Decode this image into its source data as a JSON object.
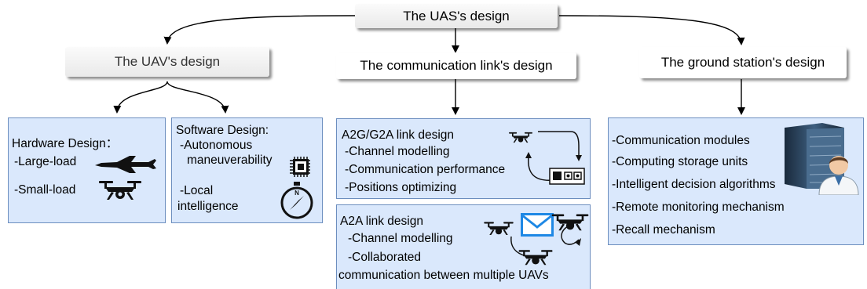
{
  "root": {
    "title": "The UAS's design"
  },
  "uav": {
    "title": "The UAV's design",
    "hardware": {
      "heading": "Hardware Design：",
      "items": [
        "-Large-load",
        "-Small-load"
      ]
    },
    "software": {
      "heading": "Software Design:",
      "items": [
        "-Autonomous",
        "maneuverability",
        "-Local",
        "intelligence"
      ]
    }
  },
  "comm": {
    "title": "The communication link's design",
    "a2g": {
      "heading": "A2G/G2A link design",
      "items": [
        "-Channel modelling",
        "-Communication performance",
        "-Positions optimizing"
      ]
    },
    "a2a": {
      "heading": "A2A link design",
      "items": [
        "-Channel modelling",
        "-Collaborated",
        "communication between multiple UAVs"
      ]
    }
  },
  "ground": {
    "title": "The ground station's design",
    "items": [
      "-Communication modules",
      "-Computing storage units",
      "-Intelligent decision algorithms",
      "-Remote monitoring mechanism",
      "-Recall mechanism"
    ]
  },
  "colors": {
    "box_fill": "#dae8fc",
    "box_border": "#6c8ebf",
    "header_fill": "#eeeeee"
  },
  "icons": [
    "fixed-wing-drone-icon",
    "quadcopter-icon",
    "chip-icon",
    "compass-icon",
    "remote-controller-icon",
    "envelope-icon",
    "server-rack-icon",
    "operator-icon"
  ]
}
